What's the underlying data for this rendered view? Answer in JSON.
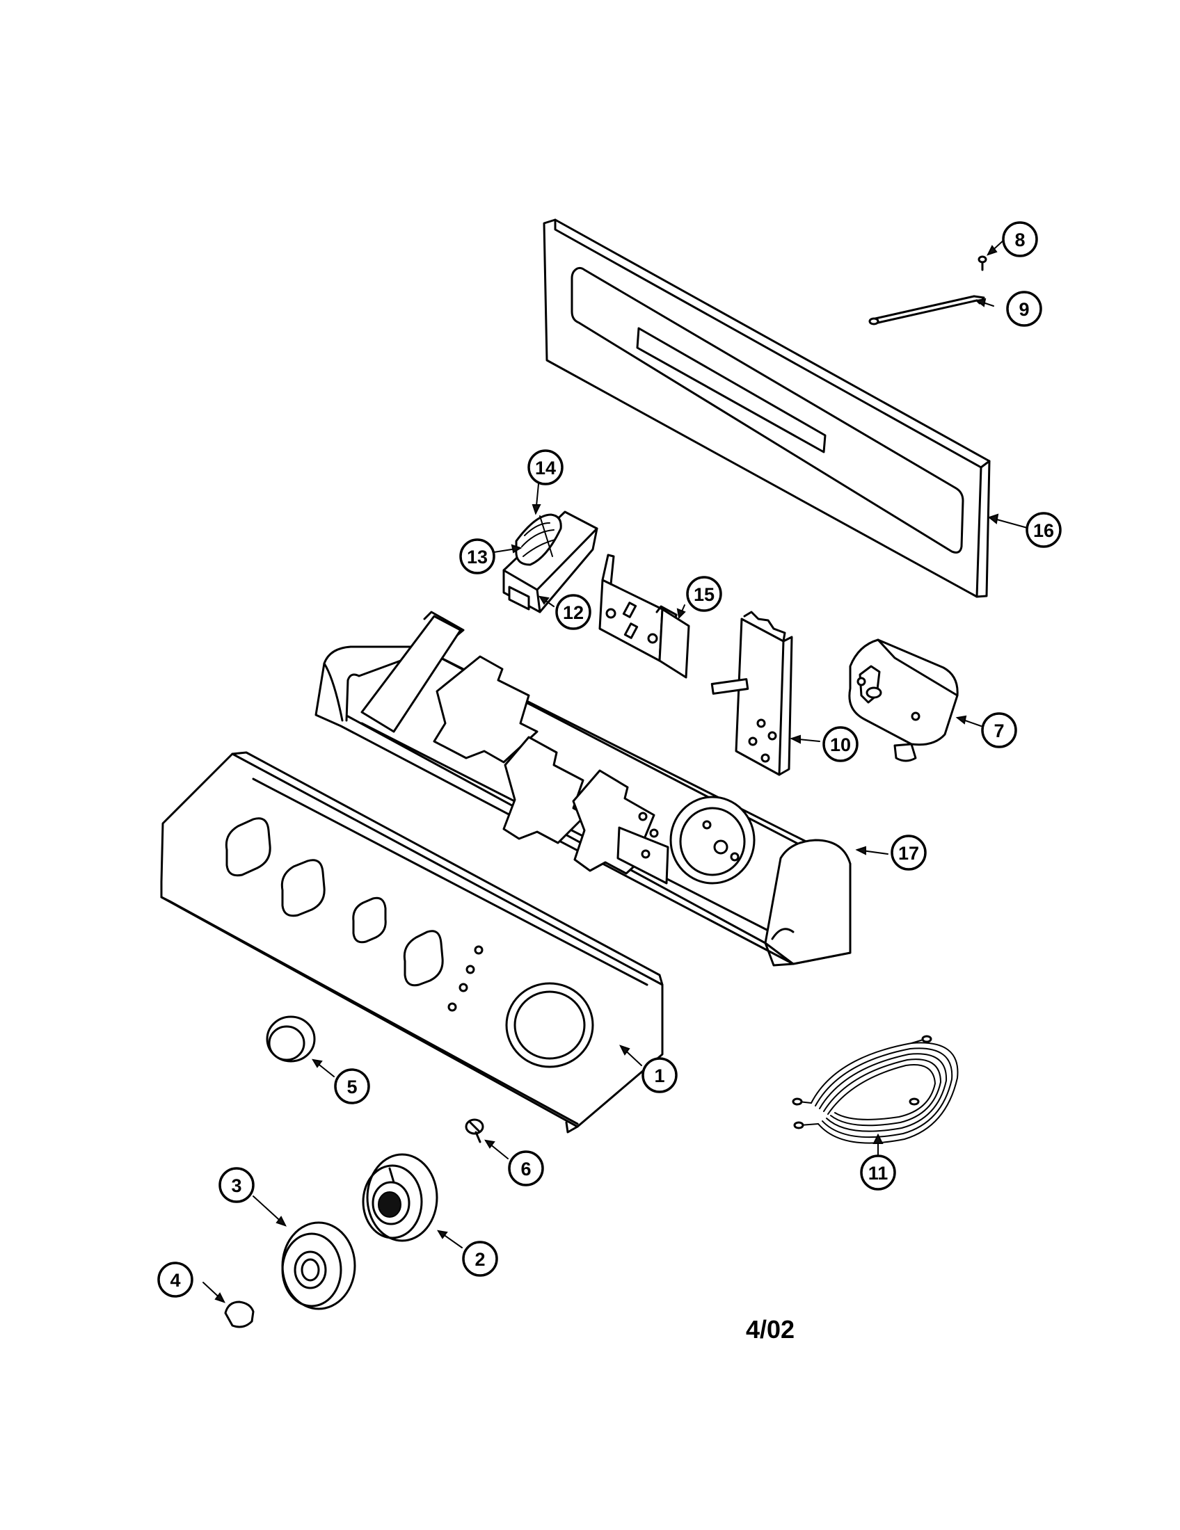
{
  "callouts": [
    "1",
    "2",
    "3",
    "4",
    "5",
    "6",
    "7",
    "8",
    "9",
    "10",
    "11",
    "12",
    "13",
    "14",
    "15",
    "16",
    "17"
  ],
  "date_code": "4/02"
}
